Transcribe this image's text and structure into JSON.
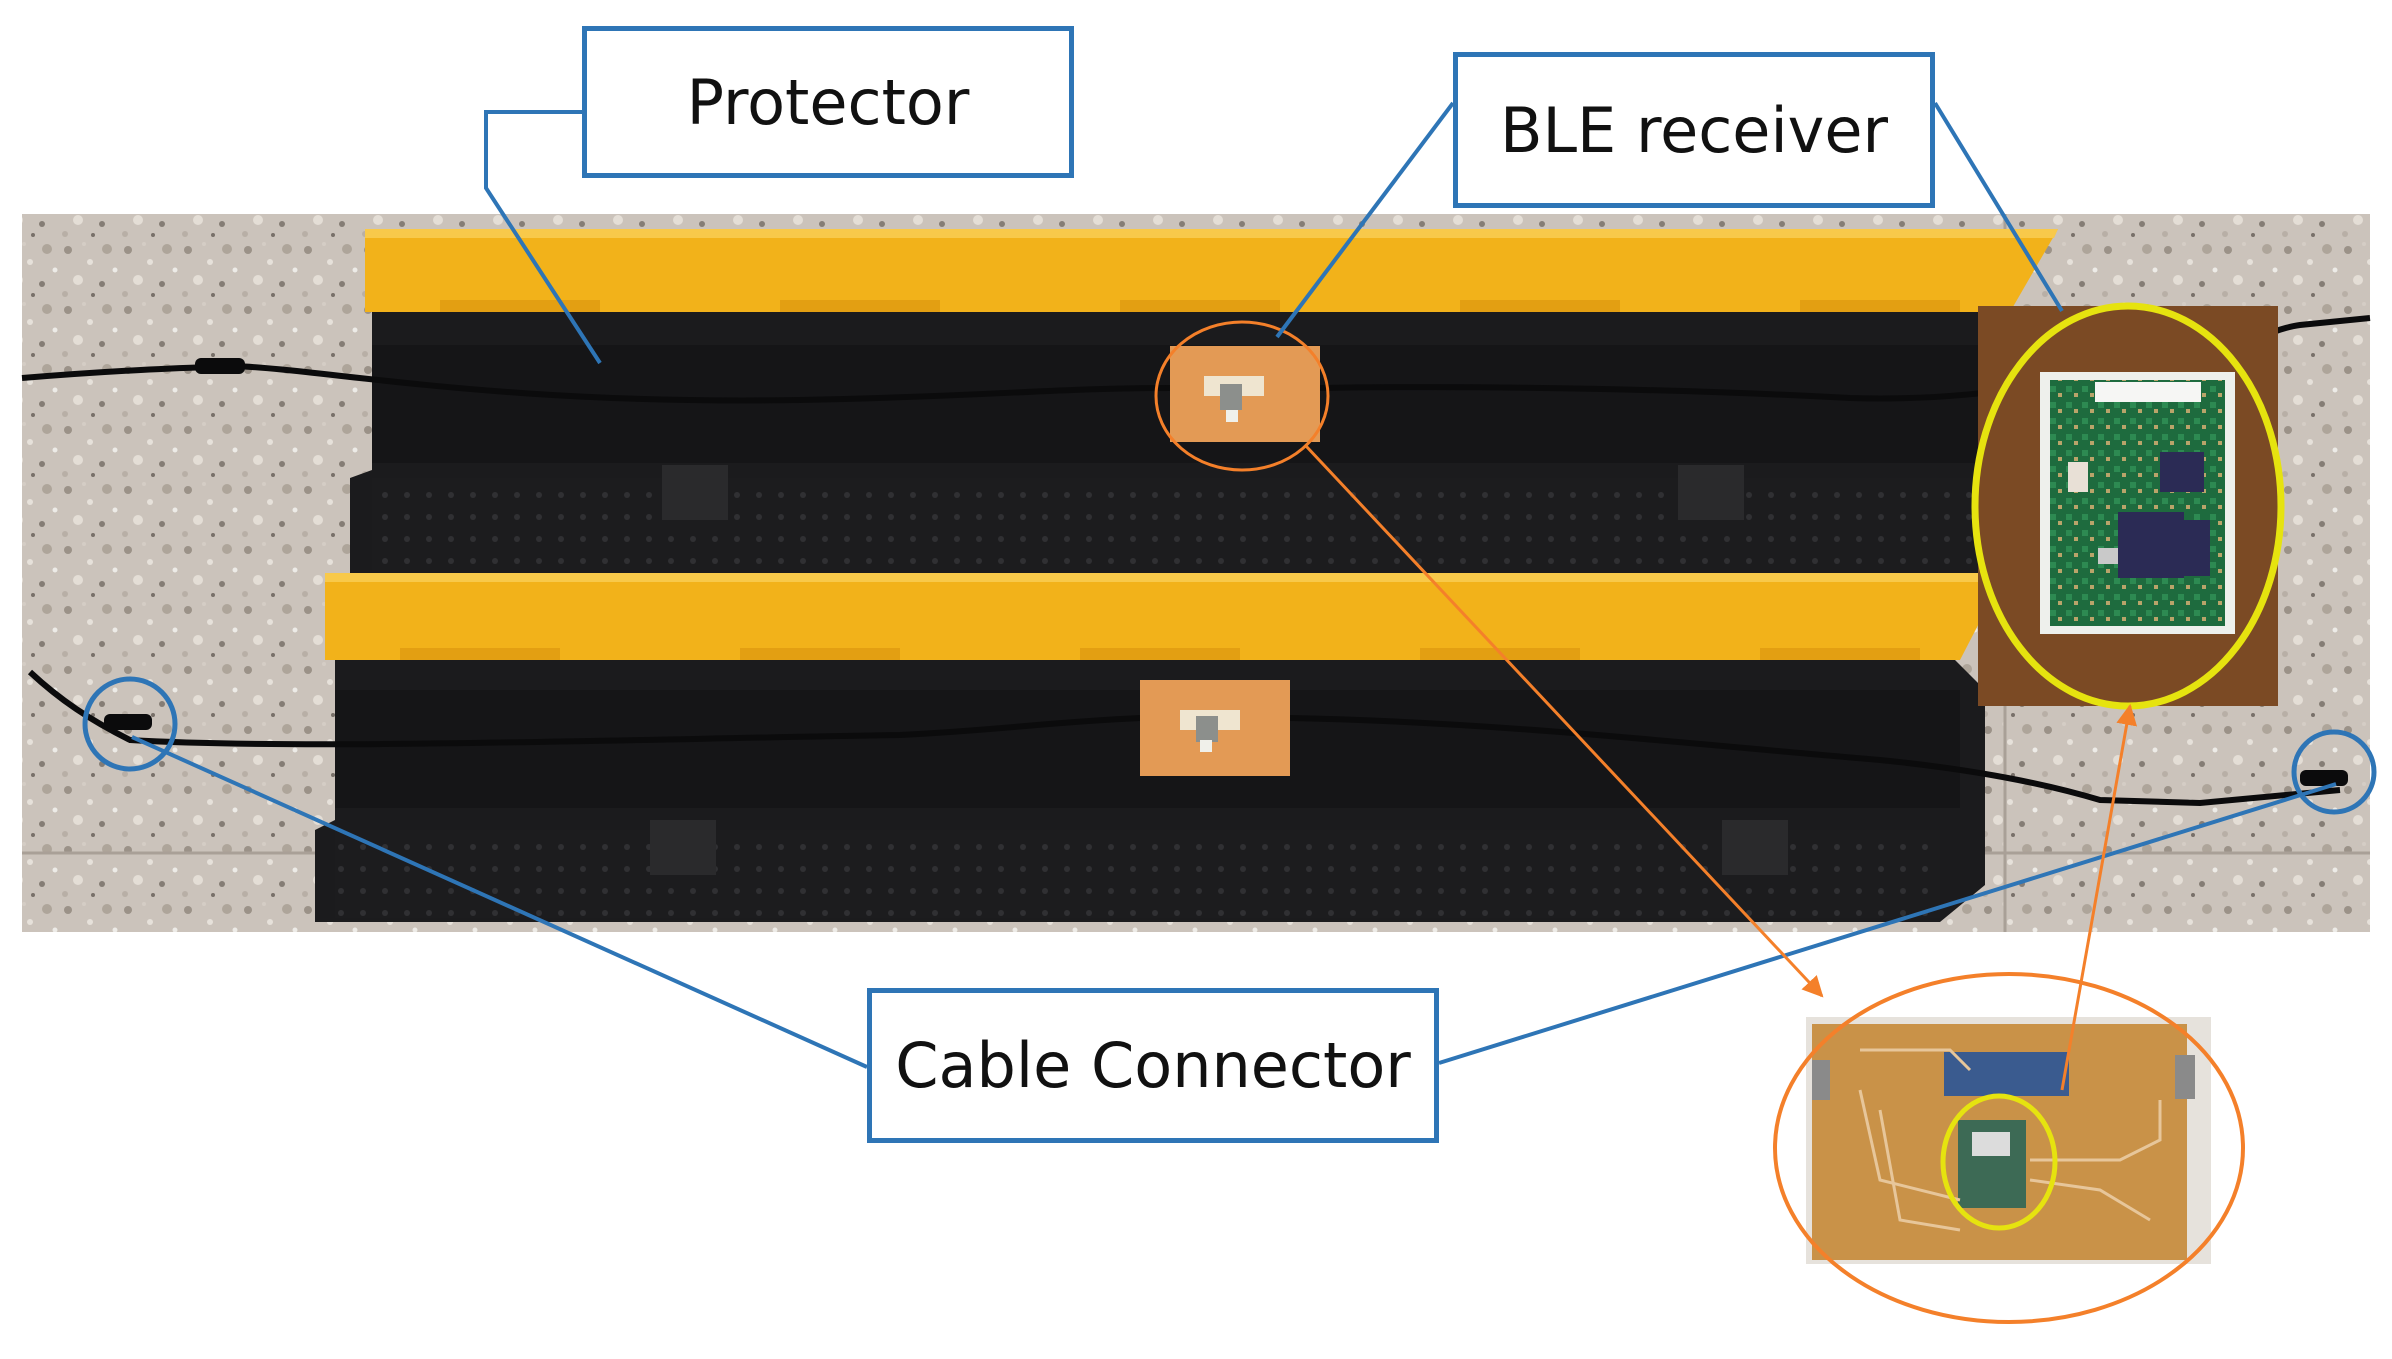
{
  "labels": {
    "protector": "Protector",
    "ble_receiver": "BLE receiver",
    "cable_connector": "Cable Connector"
  },
  "colors": {
    "callout_border": "#2e75b6",
    "leader_line": "#2e75b6",
    "pointer_arrow": "#f4802a",
    "pcb_ring": "#f4802a",
    "chip_ring": "#e6e30f",
    "protector_yellow": "#f2b21a",
    "protector_black": "#1b1b1d",
    "floor_tile": "#c9c0b6",
    "sensor_pad": "#e39a55",
    "chip_background": "#7b4a24"
  },
  "icons": [
    "protector-ramp",
    "ble-sensor-pad",
    "ble-chip-closeup",
    "pcb-board-closeup",
    "cable-connector-ring"
  ]
}
